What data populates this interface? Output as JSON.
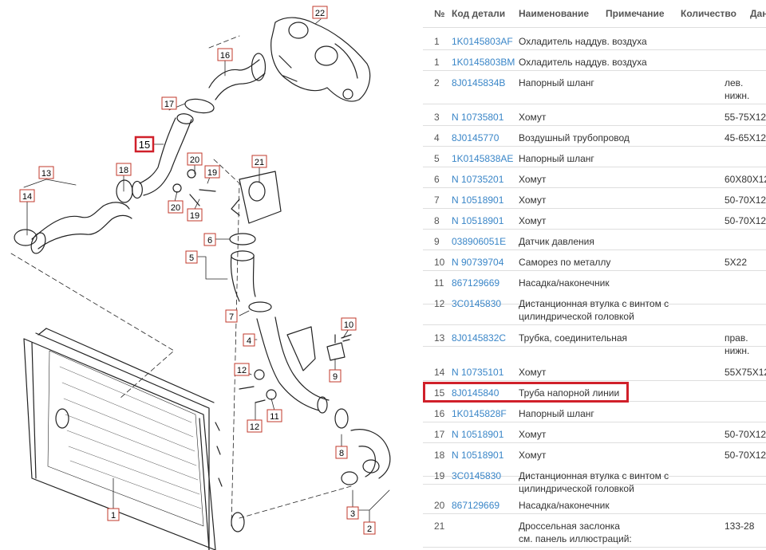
{
  "diagram": {
    "callouts": [
      "1",
      "2",
      "3",
      "4",
      "5",
      "6",
      "7",
      "8",
      "9",
      "10",
      "11",
      "12",
      "13",
      "14",
      "15",
      "16",
      "17",
      "18",
      "19",
      "19",
      "20",
      "20",
      "21",
      "22"
    ],
    "highlight_color": "#d0202a",
    "callout_color": "#c0392b"
  },
  "table": {
    "headers": {
      "num": "№",
      "code": "Код детали",
      "name": "Наименование",
      "note": "Примечание",
      "qty": "Количество",
      "extra": "Дан"
    },
    "link_color": "#3a86c8",
    "rows": [
      {
        "num": "1",
        "code": "1K0145803AF",
        "name": "Охладитель наддув. воздуха",
        "note": "",
        "qty": ""
      },
      {
        "num": "1",
        "code": "1K0145803BM",
        "name": "Охладитель наддув. воздуха",
        "note": "",
        "qty": ""
      },
      {
        "num": "2",
        "code": "8J0145834B",
        "name": "Напорный шланг",
        "note": "лев.",
        "note2": "нижн.",
        "qty": ""
      },
      {
        "num": "3",
        "code": "N 10735801",
        "name": "Хомут",
        "note": "",
        "qty": "55-75X12"
      },
      {
        "num": "4",
        "code": "8J0145770",
        "name": "Воздушный трубопровод",
        "note": "",
        "qty": "45-65X12"
      },
      {
        "num": "5",
        "code": "1K0145838AE",
        "name": "Напорный шланг",
        "note": "",
        "qty": ""
      },
      {
        "num": "6",
        "code": "N 10735201",
        "name": "Хомут",
        "note": "",
        "qty": "60X80X12"
      },
      {
        "num": "7",
        "code": "N 10518901",
        "name": "Хомут",
        "note": "",
        "qty": "50-70X12"
      },
      {
        "num": "8",
        "code": "N 10518901",
        "name": "Хомут",
        "note": "",
        "qty": "50-70X12"
      },
      {
        "num": "9",
        "code": "038906051E",
        "name": "Датчик давления",
        "note": "",
        "qty": ""
      },
      {
        "num": "10",
        "code": "N 90739704",
        "name": "Саморез по металлу",
        "note": "",
        "qty": "5X22"
      },
      {
        "num": "11",
        "code": "867129669",
        "name": "Насадка/наконечник",
        "note": "",
        "qty": ""
      },
      {
        "num": "12",
        "code": "3C0145830",
        "name": "Дистанционная втулка с винтом с",
        "name2": "цилиндрической головкой",
        "note": "",
        "qty": ""
      },
      {
        "num": "13",
        "code": "8J0145832C",
        "name": "Трубка, соединительная",
        "note": "прав.",
        "note2": "нижн.",
        "qty": ""
      },
      {
        "num": "14",
        "code": "N 10735101",
        "name": "Хомут",
        "note": "",
        "qty": "55X75X12"
      },
      {
        "num": "15",
        "code": "8J0145840",
        "name": "Труба напорной линии",
        "note": "",
        "qty": ""
      },
      {
        "num": "16",
        "code": "1K0145828F",
        "name": "Напорный шланг",
        "note": "",
        "qty": ""
      },
      {
        "num": "17",
        "code": "N 10518901",
        "name": "Хомут",
        "note": "",
        "qty": "50-70X12"
      },
      {
        "num": "18",
        "code": "N 10518901",
        "name": "Хомут",
        "note": "",
        "qty": "50-70X12"
      },
      {
        "num": "19",
        "code": "3C0145830",
        "name": "Дистанционная втулка с винтом с",
        "name2": "цилиндрической головкой",
        "note": "",
        "qty": ""
      },
      {
        "num": "20",
        "code": "867129669",
        "name": "Насадка/наконечник",
        "note": "",
        "qty": ""
      },
      {
        "num": "21",
        "code": "",
        "name": "Дроссельная заслонка",
        "name2": "см. панель иллюстраций:",
        "note": "",
        "qty": "133-28"
      }
    ]
  }
}
